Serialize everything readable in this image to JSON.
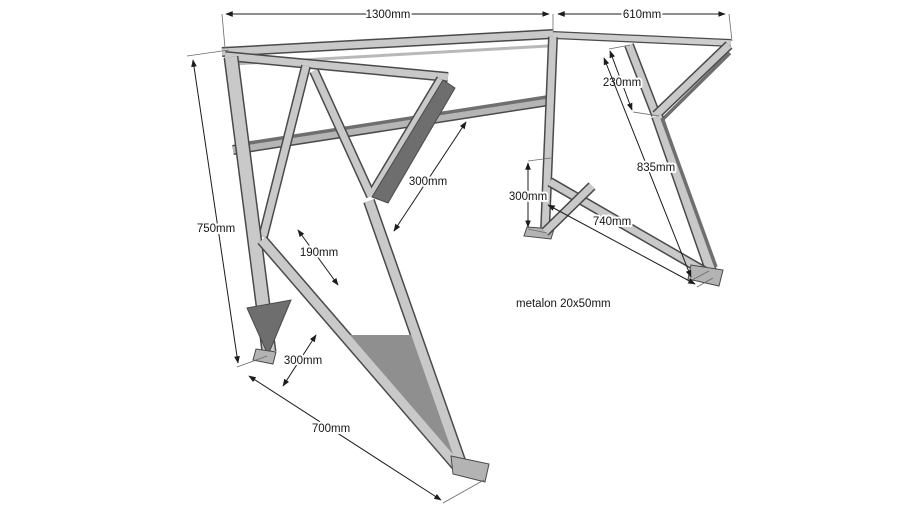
{
  "drawing": {
    "subject": "desk-metal-frame-isometric-drawing",
    "material_note": "metalon 20x50mm",
    "dims": {
      "top_main": "1300mm",
      "top_side": "610mm",
      "height": "750mm",
      "post": "230mm",
      "rear_leg": "835mm",
      "brace_mid": "300mm",
      "gap": "190mm",
      "foot_left": "300mm",
      "rail_bottom": "740mm",
      "post_bottom": "300mm",
      "foot_span": "700mm"
    },
    "colors": {
      "background": "#ffffff",
      "frame_fill": "#c9c9c9",
      "frame_outline": "#4a4a4a",
      "shadow_face": "#6e6e6e",
      "dimension_line": "#1c1c1c",
      "label_text": "#151515"
    }
  }
}
